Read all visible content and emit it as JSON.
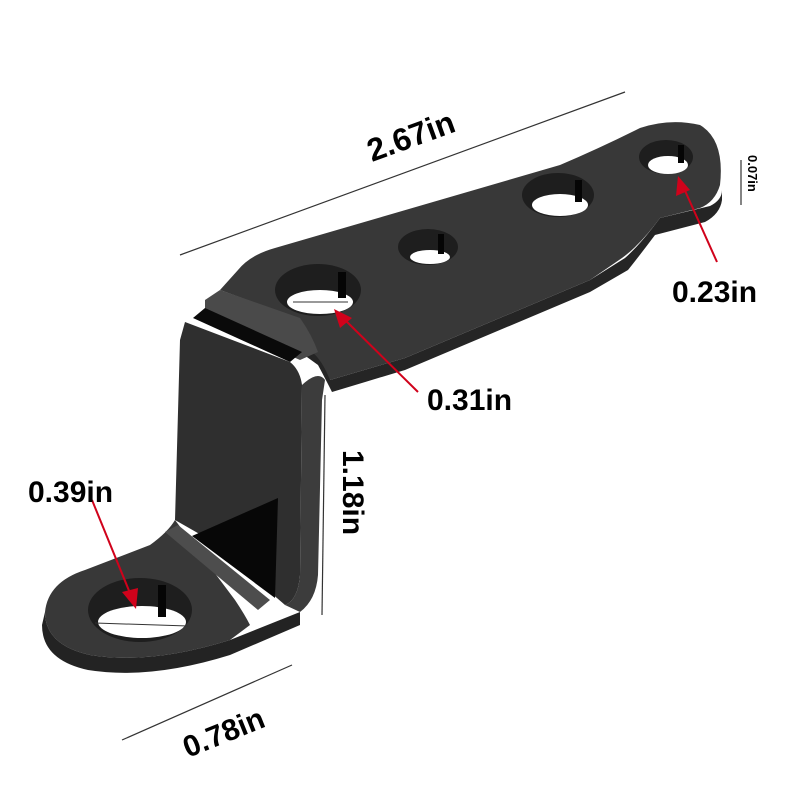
{
  "diagram": {
    "subject": "Z-shaped black metal mounting bracket",
    "colors": {
      "background": "#ffffff",
      "bracket_top": "#3a3a3a",
      "bracket_side": "#2a2a2a",
      "bracket_edge": "#4a4a4a",
      "shadow": "#0a0a0a",
      "dimension_line": "#333333",
      "arrow": "#d0021b",
      "text": "#000000"
    },
    "dimensions": {
      "overall_length": "2.67in",
      "thickness": "0.07in",
      "small_hole_diameter": "0.23in",
      "mid_hole_diameter": "0.31in",
      "height": "1.18in",
      "large_hole_diameter": "0.39in",
      "foot_width": "0.78in"
    }
  }
}
